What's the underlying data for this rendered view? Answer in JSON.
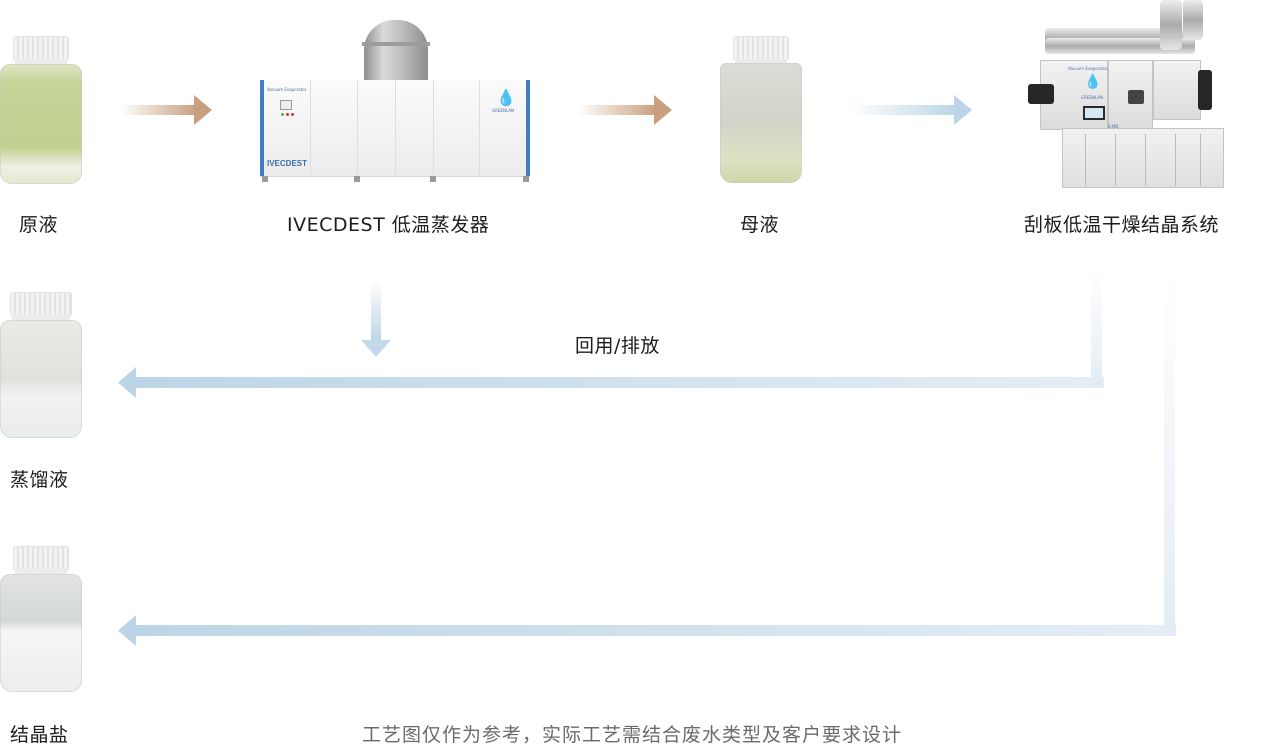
{
  "diagram": {
    "title": "Process flow",
    "nodes": {
      "raw_liquid": {
        "label": "原液",
        "icon": "bottle-yellow-liquid"
      },
      "evaporator": {
        "label": "IVECDEST 低温蒸发器",
        "icon": "vacuum-evaporator-machine",
        "panel_caption": "Vacuum Evaporator",
        "model_text": "IVECDEST",
        "brand": "GREENLAN"
      },
      "mother_liquor": {
        "label": "母液",
        "icon": "bottle-cloudy-liquid"
      },
      "dryer": {
        "label": "刮板低温干燥结晶系统",
        "icon": "scraper-dryer-crystallizer-machine",
        "panel_caption": "Vacuum Evaporator",
        "brand": "GREENLAN",
        "model_text": "S-MD"
      },
      "distillate": {
        "label": "蒸馏液",
        "icon": "bottle-clear-liquid"
      },
      "crystal_salt": {
        "label": "结晶盐",
        "icon": "bottle-white-crystals"
      }
    },
    "edges": [
      {
        "from": "原液",
        "to": "IVECDEST 低温蒸发器",
        "style": "orange"
      },
      {
        "from": "IVECDEST 低温蒸发器",
        "to": "母液",
        "style": "orange"
      },
      {
        "from": "母液",
        "to": "刮板低温干燥结晶系统",
        "style": "blue"
      },
      {
        "from": "IVECDEST 低温蒸发器",
        "to": "蒸馏液",
        "style": "blue"
      },
      {
        "from": "刮板低温干燥结晶系统",
        "to": "蒸馏液",
        "style": "blue"
      },
      {
        "from": "刮板低温干燥结晶系统",
        "to": "结晶盐",
        "style": "blue"
      }
    ],
    "reuse_label": "回用/排放",
    "footnote": "工艺图仅作为参考，实际工艺需结合废水类型及客户要求设计"
  },
  "colors": {
    "orange_arrow": "#c9a07f",
    "blue_arrow": "#bcd5e6",
    "machine_accent": "#3e7fbf",
    "label_text": "#1c1c1c",
    "note_text": "#6b6b6b"
  }
}
